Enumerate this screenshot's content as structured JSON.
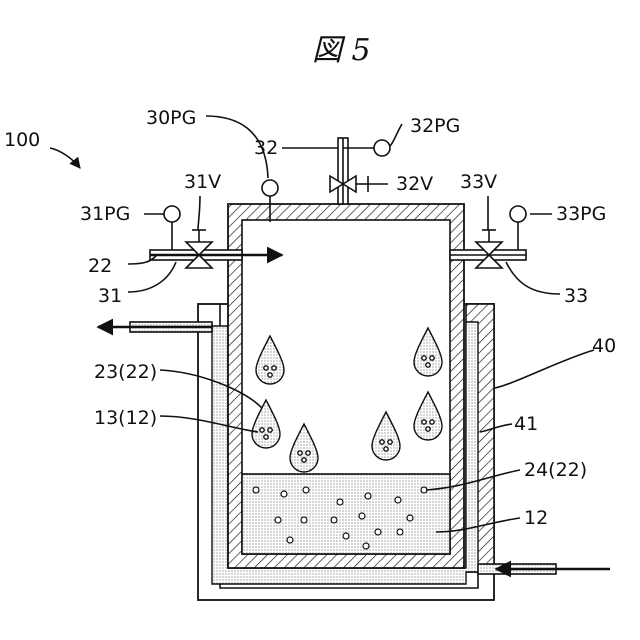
{
  "figure": {
    "title": "図 5",
    "labels": {
      "l100": "100",
      "l30pg": "30PG",
      "l32": "32",
      "l32pg": "32PG",
      "l31v": "31V",
      "l32v": "32V",
      "l33v": "33V",
      "l31pg": "31PG",
      "l33pg": "33PG",
      "l22": "22",
      "l31": "31",
      "l33": "33",
      "l40": "40",
      "l23_22": "23(22)",
      "l13_12": "13(12)",
      "l41": "41",
      "l24_22": "24(22)",
      "l12": "12"
    }
  }
}
